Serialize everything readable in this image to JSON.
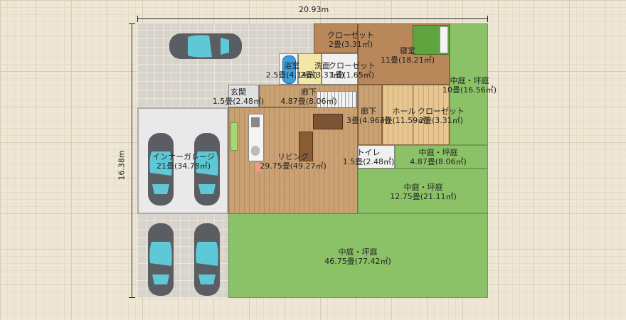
{
  "dimensions": {
    "width": "20.93m",
    "height": "16.38m"
  },
  "rooms": {
    "closet_top": {
      "name": "クローゼット",
      "area": "2畳(3.31㎡)"
    },
    "bedroom": {
      "name": "寝室",
      "area": "11畳(18.21㎡)"
    },
    "bath": {
      "name": "浴室",
      "area": "2.5畳(4.14㎡)"
    },
    "washroom": {
      "name": "洗面",
      "area": "2畳(3.31㎡)"
    },
    "walkin": {
      "name": "クローゼット",
      "area": "1畳(1.65㎡)"
    },
    "garden_right": {
      "name": "中庭・坪庭",
      "area": "10畳(16.56㎡)"
    },
    "entrance": {
      "name": "玄関",
      "area": "1.5畳(2.48㎡)"
    },
    "hallway1": {
      "name": "廊下",
      "area": "4.87畳(8.06㎡)"
    },
    "hallway2": {
      "name": "廊下",
      "area": "3畳(4.96㎡)"
    },
    "hall": {
      "name": "ホール",
      "area": "7畳(11.59㎡)"
    },
    "closet_hall": {
      "name": "クローゼット",
      "area": "2畳(3.31㎡)"
    },
    "garage": {
      "name": "インナーガレージ",
      "area": "21畳(34.78㎡)"
    },
    "living": {
      "name": "リビング",
      "area": "29.75畳(49.27㎡)"
    },
    "toilet": {
      "name": "トイレ",
      "area": "1.5畳(2.48㎡)"
    },
    "garden_mid": {
      "name": "中庭・坪庭",
      "area": "4.87畳(8.06㎡)"
    },
    "garden_lower": {
      "name": "中庭・坪庭",
      "area": "12.75畳(21.11㎡)"
    },
    "garden_bottom": {
      "name": "中庭・坪庭",
      "area": "46.75畳(77.42㎡)"
    }
  },
  "colors": {
    "lawn": "#8cc267",
    "wood_floor": "#c9a173",
    "bedroom_floor": "#b8875a",
    "car_body": "#5a5d62",
    "car_glass": "#5fc8d6"
  }
}
